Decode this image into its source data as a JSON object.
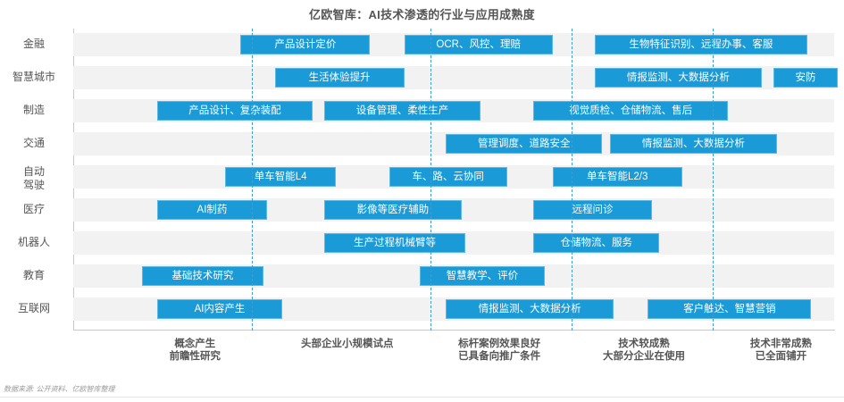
{
  "chart_title": "亿欧智库：AI技术渗透的行业与应用成熟度",
  "footer": {
    "source_note": "数据来源: 公开资料、亿欧智库整理"
  },
  "colors": {
    "box_fill": "#1a9ad7",
    "box_border": "#5bb9e4",
    "row_band": "#f2f2f2",
    "axis": "#c9c9c9",
    "divider": "#3a9fd6",
    "text": "#555555"
  },
  "chart_data": {
    "type": "table",
    "title": "亿欧智库：AI技术渗透的行业与应用成熟度",
    "xlabel": "",
    "ylabel": "",
    "grid": false,
    "legend": "none",
    "x_axis_stages": [
      {
        "line1": "概念产生",
        "line2": "前瞻性研究",
        "center_pct": 16
      },
      {
        "line1": "头部企业小规模试点",
        "line2": "",
        "center_pct": 36
      },
      {
        "line1": "标杆案例效果良好",
        "line2": "已具备向推广条件",
        "center_pct": 56
      },
      {
        "line1": "技术较成熟",
        "line2": "大部分企业在使用",
        "center_pct": 75
      },
      {
        "line1": "技术非常成熟",
        "line2": "已全面铺开",
        "center_pct": 93
      }
    ],
    "stage_dividers_pct": [
      23.5,
      47,
      65.5,
      84
    ],
    "categories": [
      "金融",
      "智慧城市",
      "制造",
      "交通",
      "自动驾驶",
      "医疗",
      "机器人",
      "教育",
      "互联网"
    ],
    "rows": [
      {
        "industry": "金融",
        "label_line1": "金融",
        "label_line2": "",
        "items": [
          {
            "text": "产品设计定价",
            "start_pct": 22.0,
            "width_pct": 17.0
          },
          {
            "text": "OCR、风控、理赔",
            "start_pct": 43.5,
            "width_pct": 19.5
          },
          {
            "text": "生物特征识别、远程办事、客服",
            "start_pct": 68.5,
            "width_pct": 28.0
          }
        ]
      },
      {
        "industry": "智慧城市",
        "label_line1": "智慧城市",
        "label_line2": "",
        "items": [
          {
            "text": "生活体验提升",
            "start_pct": 26.5,
            "width_pct": 17.0
          },
          {
            "text": "情报监测、大数据分析",
            "start_pct": 68.5,
            "width_pct": 22.0
          },
          {
            "text": "安防",
            "start_pct": 92.0,
            "width_pct": 8.5
          }
        ]
      },
      {
        "industry": "制造",
        "label_line1": "制造",
        "label_line2": "",
        "items": [
          {
            "text": "产品设计、复杂装配",
            "start_pct": 11.0,
            "width_pct": 20.5
          },
          {
            "text": "设备管理、柔性生产",
            "start_pct": 33.0,
            "width_pct": 20.5
          },
          {
            "text": "视觉质检、仓储物流、售后",
            "start_pct": 60.5,
            "width_pct": 25.5
          }
        ]
      },
      {
        "industry": "交通",
        "label_line1": "交通",
        "label_line2": "",
        "items": [
          {
            "text": "管理调度、道路安全",
            "start_pct": 49.0,
            "width_pct": 20.5
          },
          {
            "text": "情报监测、大数据分析",
            "start_pct": 70.5,
            "width_pct": 22.0
          }
        ]
      },
      {
        "industry": "自动驾驶",
        "label_line1": "自动",
        "label_line2": "驾驶",
        "items": [
          {
            "text": "单车智能L4",
            "start_pct": 20.0,
            "width_pct": 14.5
          },
          {
            "text": "车、路、云协同",
            "start_pct": 41.5,
            "width_pct": 15.5
          },
          {
            "text": "单车智能L2/3",
            "start_pct": 63.0,
            "width_pct": 17.0
          }
        ]
      },
      {
        "industry": "医疗",
        "label_line1": "医疗",
        "label_line2": "",
        "items": [
          {
            "text": "AI制药",
            "start_pct": 11.0,
            "width_pct": 14.5
          },
          {
            "text": "影像等医疗辅助",
            "start_pct": 33.0,
            "width_pct": 18.0
          },
          {
            "text": "远程问诊",
            "start_pct": 60.5,
            "width_pct": 15.5
          }
        ]
      },
      {
        "industry": "机器人",
        "label_line1": "机器人",
        "label_line2": "",
        "items": [
          {
            "text": "生产过程机械臂等",
            "start_pct": 33.0,
            "width_pct": 18.5
          },
          {
            "text": "仓储物流、服务",
            "start_pct": 60.5,
            "width_pct": 16.5
          }
        ]
      },
      {
        "industry": "教育",
        "label_line1": "教育",
        "label_line2": "",
        "items": [
          {
            "text": "基础技术研究",
            "start_pct": 9.0,
            "width_pct": 16.0
          },
          {
            "text": "智慧教学、评价",
            "start_pct": 45.5,
            "width_pct": 16.5
          }
        ]
      },
      {
        "industry": "互联网",
        "label_line1": "互联网",
        "label_line2": "",
        "items": [
          {
            "text": "AI内容产生",
            "start_pct": 11.0,
            "width_pct": 16.5
          },
          {
            "text": "情报监测、大数据分析",
            "start_pct": 49.0,
            "width_pct": 22.0
          },
          {
            "text": "客户触达、智慧营销",
            "start_pct": 75.5,
            "width_pct": 21.5
          }
        ]
      }
    ]
  }
}
